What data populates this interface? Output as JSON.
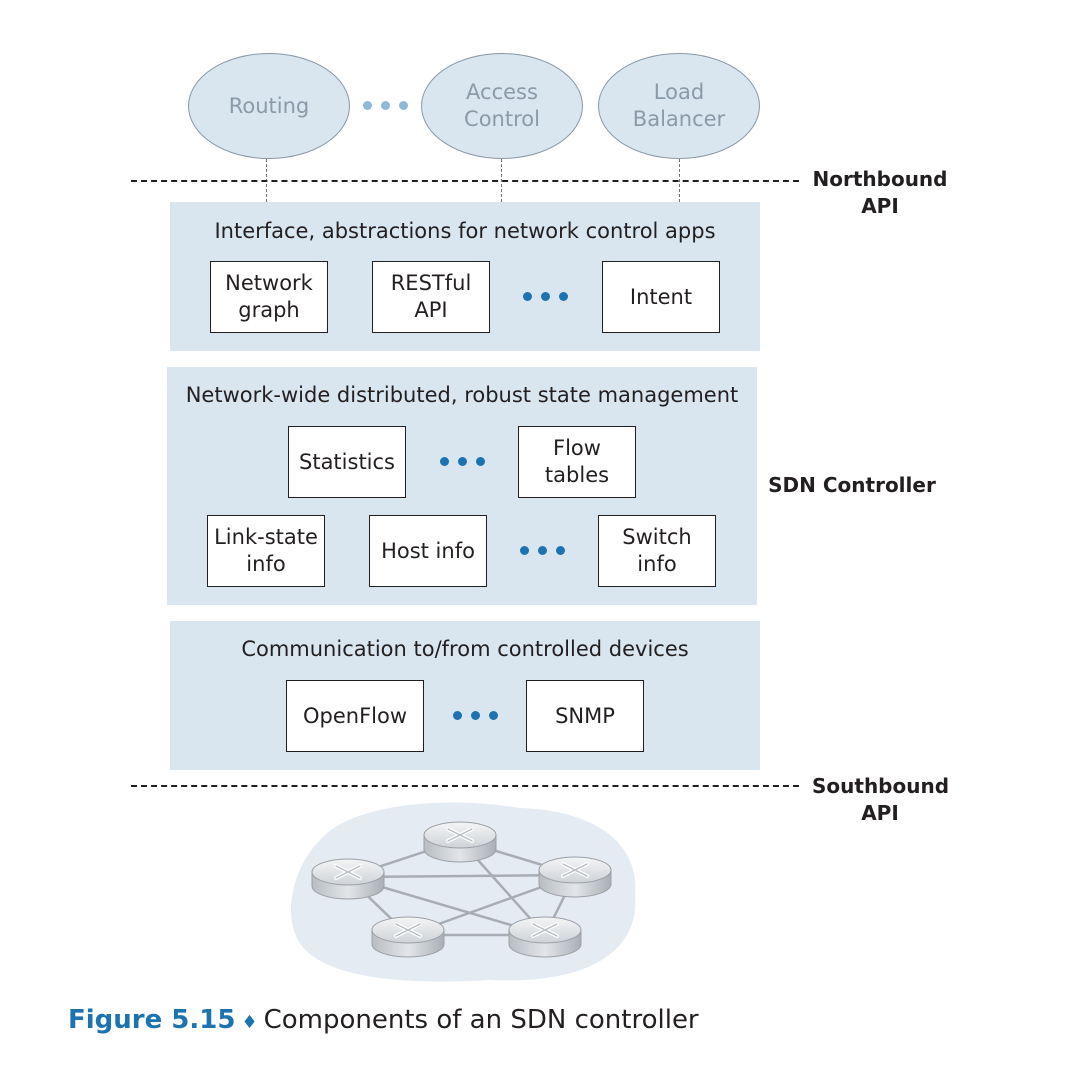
{
  "apps": {
    "routing": "Routing",
    "access_control": "Access\nControl",
    "load_balancer": "Load\nBalancer"
  },
  "apis": {
    "northbound": "Northbound\nAPI",
    "southbound": "Southbound\nAPI",
    "controller": "SDN Controller"
  },
  "layers": {
    "interface": {
      "title": "Interface, abstractions for  network control apps",
      "boxes": [
        "Network\ngraph",
        "RESTful\nAPI",
        "Intent"
      ]
    },
    "state": {
      "title": "Network-wide distributed, robust state management",
      "boxes": [
        "Statistics",
        "Flow\ntables",
        "Link-state\ninfo",
        "Host info",
        "Switch\ninfo"
      ]
    },
    "communication": {
      "title": "Communication to/from controlled devices",
      "boxes": [
        "OpenFlow",
        "SNMP"
      ]
    }
  },
  "caption": {
    "figure": "Figure 5.15",
    "separator": "♦",
    "text": "Components of an SDN controller"
  },
  "icons": {
    "router": "router-icon",
    "network_cloud": "network-cloud-icon"
  },
  "colors": {
    "layer_bg": "#d9e6f0",
    "accent": "#1d72b0"
  }
}
